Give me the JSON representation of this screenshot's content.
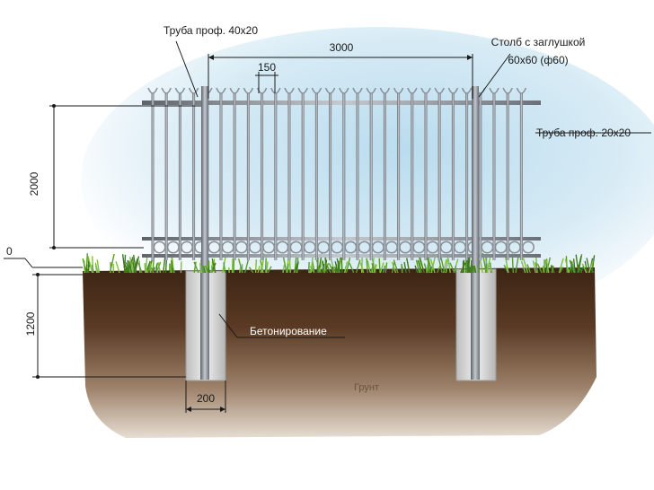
{
  "labels": {
    "top_rail_pipe": "Труба проф. 40x20",
    "span_width": "3000",
    "picket_spacing": "150",
    "post_line1": "Столб с заглушкой",
    "post_line2": "60x60 (ф60)",
    "picket_pipe": "Труба проф. 20x20",
    "fence_height": "2000",
    "ground_zero": "0",
    "burial_depth": "1200",
    "concreting": "Бетонирование",
    "soil": "Грунт",
    "footing_width": "200"
  },
  "colors": {
    "sky": "#cfe6f2",
    "soil_dark": "#4a2e1c",
    "soil_light": "#c9b8a6",
    "grass": "#5a9a2e",
    "metal": "#8a8f96",
    "concrete": "#d6d6d6"
  }
}
